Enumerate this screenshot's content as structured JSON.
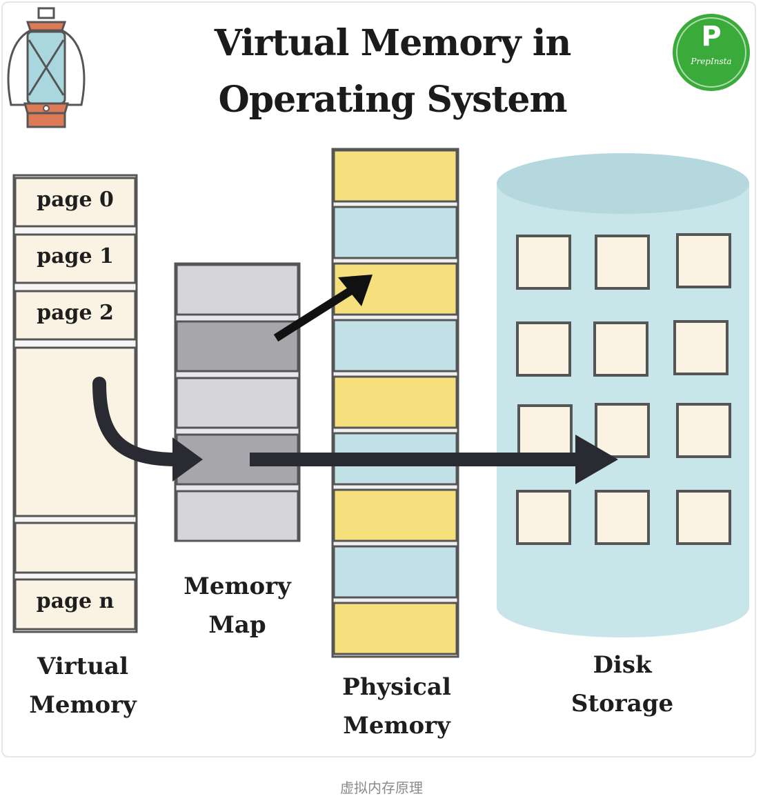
{
  "title": {
    "line1": "Virtual Memory in",
    "line2": "Operating System"
  },
  "logo": {
    "letter": "P",
    "text": "PrepInsta"
  },
  "virtual_memory": {
    "label_line1": "Virtual",
    "label_line2": "Memory",
    "pages": [
      "page 0",
      "page 1",
      "page 2",
      "page n"
    ]
  },
  "memory_map": {
    "label_line1": "Memory",
    "label_line2": "Map"
  },
  "physical_memory": {
    "label_line1": "Physical",
    "label_line2": "Memory"
  },
  "disk_storage": {
    "label_line1": "Disk",
    "label_line2": "Storage"
  },
  "caption": "虚拟内存原理",
  "colors": {
    "cream": "#faf3e3",
    "yellow": "#f6df7d",
    "blue": "#c2e1e6",
    "gray_light": "#d6d6da",
    "gray_dark": "#a7a7ab",
    "disk": "#c8e5ea",
    "border": "#555555",
    "arrow": "#2a2a33",
    "logo_green": "#3aab3a",
    "lantern_orange": "#dc7a57"
  },
  "icons": [
    "lantern-icon",
    "prepinsta-logo-icon"
  ]
}
